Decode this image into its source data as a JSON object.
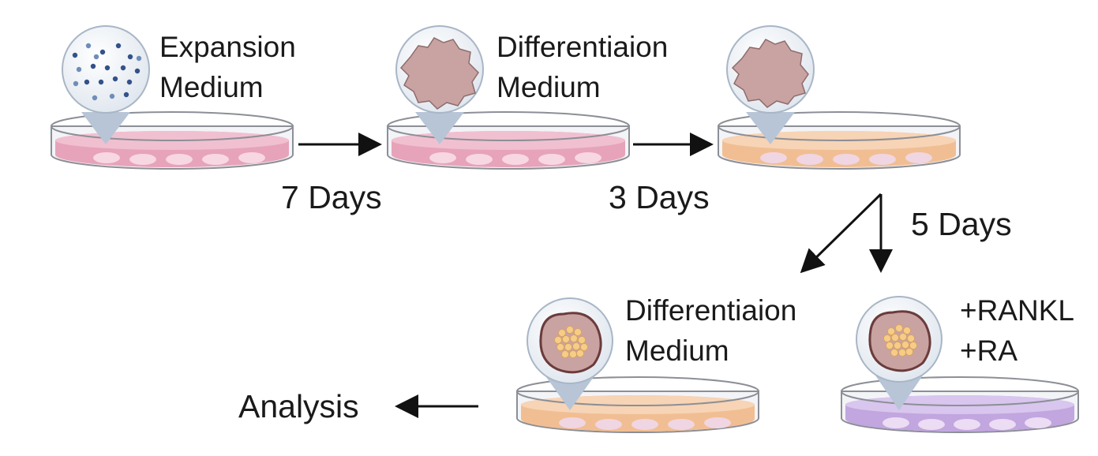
{
  "stage1": {
    "line1": "Expansion",
    "line2": "Medium"
  },
  "stage2": {
    "line1": "Differentiaion",
    "line2": "Medium"
  },
  "stage4": {
    "line1": "Differentiaion",
    "line2": "Medium"
  },
  "stage5": {
    "line1": "+RANKL",
    "line2": "+RA"
  },
  "steps": {
    "first": "7 Days",
    "second": "3 Days",
    "third": "5 Days"
  },
  "final": {
    "label": "Analysis"
  },
  "colors": {
    "expansion_medium": "#e7a3b9",
    "differentiation_medium": "#f1be93",
    "rankl_ra_medium": "#c2a6df",
    "organoid": "#c9a2a2",
    "nucleus_cells": "#f7cc86"
  }
}
